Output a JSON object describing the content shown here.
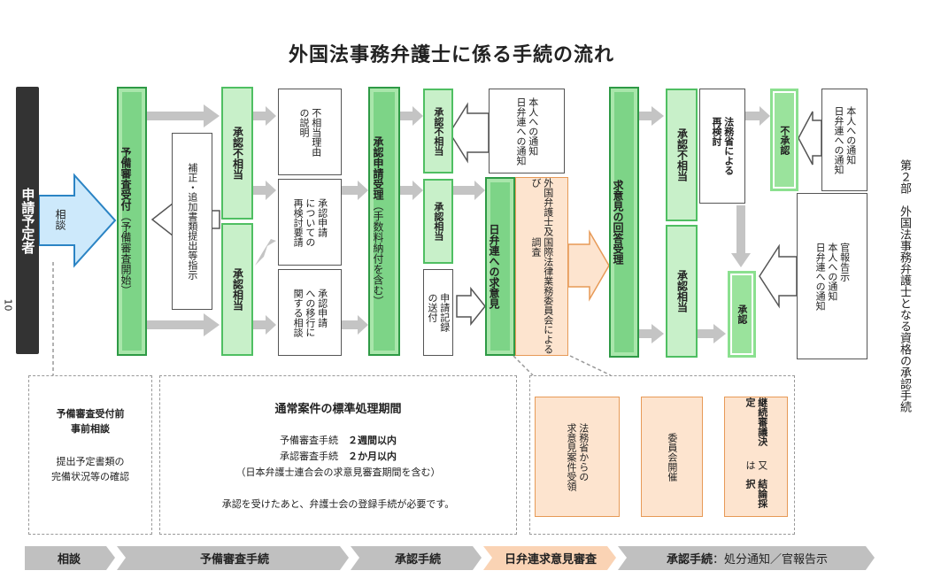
{
  "title": "外国法事務弁護士に係る手続の流れ",
  "applicant": "申請予定者",
  "consult": "相談",
  "prelim_receipt": {
    "main": "予備審査受付",
    "sub": "（予備審査開始）"
  },
  "correction": "補正・追加書類提出等指示",
  "col2_top": "承認不相当",
  "col2_bottom": "承認相当",
  "reason_box": "不相当理由\nの説明",
  "recheck_box": "承認申請\nについての\n再検討要請",
  "transfer_box": "承認申請\nへの移行に\n関する相談",
  "approval_receipt": {
    "main": "承認申請受理",
    "sub": "（手数料納付を含む）"
  },
  "col4_top": "承認不相当",
  "col4_mid": "承認相当",
  "notify1": "本人への通知\n日弁連への通知",
  "record_box": "申請記録\nの送付",
  "jfba_request": "日弁連への求意見",
  "intl_committee": "国際法律業務委員会による調査",
  "foreign_lawyer": "外国弁護士及び",
  "opinion_receipt": "求意見の回答受理",
  "col6_top": "承認不相当",
  "col6_bottom": "承認相当",
  "moj_review": "法務省による\n再検討",
  "final_ng": "不承認",
  "final_ok": "承認",
  "notify2": "本人への通知\n日弁連への通知",
  "notify3": "官報告示\n本人への通知\n日弁連への通知",
  "side_label": "第２部　外国法事務弁護士となる資格の承認手続",
  "page_number": "10",
  "pre_consult": {
    "title": "予備審査受付前\n事前相談",
    "body": "提出予定書類の\n完備状況等の確認"
  },
  "standard_period": {
    "title": "通常案件の標準処理期間",
    "line1_label": "予備審査手続",
    "line1_value": "２週間以内",
    "line2_label": "承認審査手続",
    "line2_value": "２か月以内",
    "line3": "（日本弁護士連合会の求意見審査期間を含む）",
    "note": "承認を受けたあと、弁護士会の登録手続が必要です。"
  },
  "jfba_detail": {
    "step1": "法務省からの\n求意見案件受領",
    "step2": "委員会開催",
    "step3_a": "結論採択",
    "step3_b": "又は",
    "step3_c": "継続審議決定"
  },
  "bottom_bar": {
    "s1": "相談",
    "s2": "予備審査手続",
    "s3": "承認手続",
    "s4": "日弁連求意見審査",
    "s5_bold": "承認手続",
    "s5_rest": "：処分通知／官報告示"
  },
  "colors": {
    "green_dark": "#2e9a45",
    "green_fill": "#7cd386",
    "green_light": "#c8f0c9",
    "orange": "#fde4cf",
    "orange_border": "#e79a57",
    "gray_arrow": "#c4c4c4",
    "applicant_bg": "#333333",
    "consult_arrow": "#cde9fb"
  }
}
